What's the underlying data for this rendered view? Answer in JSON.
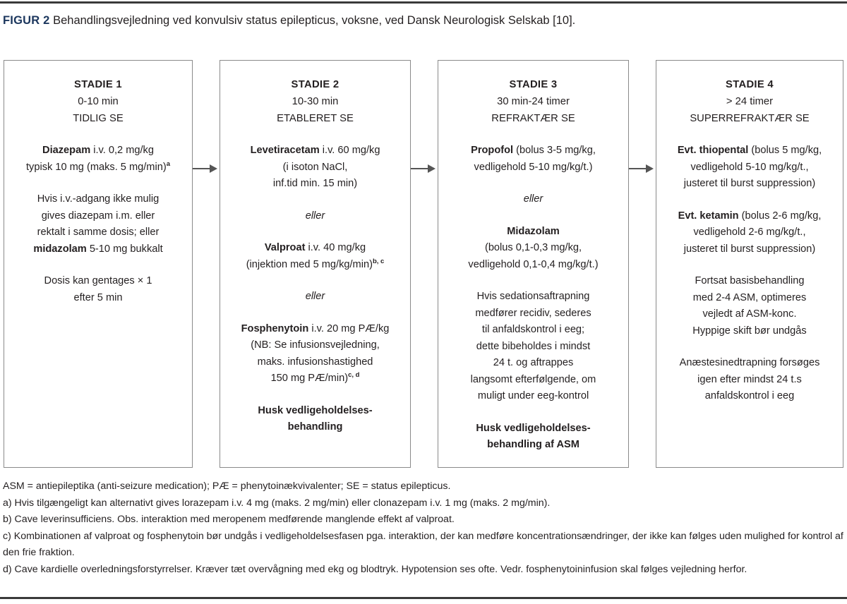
{
  "caption": {
    "figure_label": "FIGUR 2",
    "text": " Behandlingsvejledning ved konvulsiv status epilepticus, voksne, ved Dansk Neurologisk Selskab [10]."
  },
  "colors": {
    "figure_label": "#1b365d",
    "text": "#231f20",
    "box_border": "#8a8a8a",
    "rule": "#3a3a3a"
  },
  "stages": [
    {
      "title": "STADIE 1",
      "time": "0-10 min",
      "type": "TIDLIG SE",
      "blocks": [
        {
          "lines": [
            {
              "bold": "Diazepam",
              "rest": " i.v. 0,2 mg/kg"
            },
            {
              "rest": "typisk 10 mg (maks. 5 mg/min)",
              "sup": "a"
            }
          ]
        },
        {
          "lines": [
            {
              "rest": "Hvis i.v.-adgang ikke mulig"
            },
            {
              "rest": "gives diazepam i.m. eller"
            },
            {
              "rest": "rektalt i samme dosis; eller"
            },
            {
              "bold": "midazolam",
              "rest": " 5-10 mg bukkalt"
            }
          ]
        },
        {
          "lines": [
            {
              "rest": "Dosis kan gentages × 1"
            },
            {
              "rest": "efter 5 min"
            }
          ]
        }
      ]
    },
    {
      "title": "STADIE 2",
      "time": "10-30 min",
      "type": "ETABLERET SE",
      "blocks": [
        {
          "lines": [
            {
              "bold": "Levetiracetam",
              "rest": " i.v. 60 mg/kg"
            },
            {
              "rest": "(i isoton NaCl,"
            },
            {
              "rest": "inf.tid min. 15 min)"
            }
          ]
        },
        {
          "lines": [
            {
              "italic": "eller"
            }
          ]
        },
        {
          "lines": [
            {
              "bold": "Valproat",
              "rest": " i.v. 40 mg/kg"
            },
            {
              "rest": "(injektion med 5 mg/kg/min)",
              "sup": "b, c"
            }
          ]
        },
        {
          "lines": [
            {
              "italic": "eller"
            }
          ]
        },
        {
          "lines": [
            {
              "bold": "Fosphenytoin",
              "rest": " i.v. 20 mg PÆ/kg"
            },
            {
              "rest": "(NB: Se infusionsvejledning,"
            },
            {
              "rest": "maks. infusionshastighed"
            },
            {
              "rest": "150 mg PÆ/min)",
              "sup": "c, d"
            }
          ]
        },
        {
          "bold_block": true,
          "lines": [
            {
              "rest": "Husk vedligeholdelses-"
            },
            {
              "rest": "behandling"
            }
          ]
        }
      ]
    },
    {
      "title": "STADIE 3",
      "time": "30 min-24 timer",
      "type": "REFRAKTÆR SE",
      "blocks": [
        {
          "lines": [
            {
              "bold": "Propofol",
              "rest": " (bolus 3-5 mg/kg,"
            },
            {
              "rest": "vedligehold 5-10 mg/kg/t.)"
            }
          ]
        },
        {
          "lines": [
            {
              "italic": "eller"
            }
          ]
        },
        {
          "lines": [
            {
              "bold": "Midazolam"
            },
            {
              "rest": "(bolus 0,1-0,3 mg/kg,"
            },
            {
              "rest": "vedligehold 0,1-0,4 mg/kg/t.)"
            }
          ]
        },
        {
          "lines": [
            {
              "rest": "Hvis sedationsaftrapning"
            },
            {
              "rest": "medfører recidiv, sederes"
            },
            {
              "rest": "til anfaldskontrol i eeg;"
            },
            {
              "rest": "dette bibeholdes i mindst"
            },
            {
              "rest": "24 t. og aftrappes"
            },
            {
              "rest": "langsomt efterfølgende, om"
            },
            {
              "rest": "muligt under eeg-kontrol"
            }
          ]
        },
        {
          "bold_block": true,
          "lines": [
            {
              "rest": "Husk vedligeholdelses-"
            },
            {
              "rest": "behandling af ASM"
            }
          ]
        }
      ]
    },
    {
      "title": "STADIE 4",
      "time": "> 24 timer",
      "type": "SUPERREFRAKTÆR SE",
      "blocks": [
        {
          "lines": [
            {
              "bold": "Evt. thiopental",
              "rest": " (bolus 5 mg/kg,"
            },
            {
              "rest": "vedligehold 5-10 mg/kg/t.,"
            },
            {
              "rest": "justeret til burst suppression)"
            }
          ]
        },
        {
          "lines": [
            {
              "bold": "Evt. ketamin",
              "rest": " (bolus 2-6 mg/kg,"
            },
            {
              "rest": "vedligehold 2-6 mg/kg/t.,"
            },
            {
              "rest": "justeret til burst suppression)"
            }
          ]
        },
        {
          "lines": [
            {
              "rest": "Fortsat basisbehandling"
            },
            {
              "rest": "med 2-4 ASM, optimeres"
            },
            {
              "rest": "vejledt af ASM-konc."
            },
            {
              "rest": "Hyppige skift bør undgås"
            }
          ]
        },
        {
          "lines": [
            {
              "rest": "Anæstesinedtrapning forsøges"
            },
            {
              "rest": "igen efter mindst 24 t.s"
            },
            {
              "rest": "anfaldskontrol i eeg"
            }
          ]
        }
      ]
    }
  ],
  "footnotes": [
    "ASM = antiepileptika (anti-seizure medication); PÆ = phenytoinækvivalenter; SE = status epilepticus.",
    "a) Hvis tilgængeligt kan alternativt gives lorazepam i.v. 4 mg (maks. 2 mg/min) eller clonazepam i.v. 1 mg (maks. 2 mg/min).",
    "b) Cave leverinsufficiens. Obs. interaktion med meropenem medførende manglende effekt af valproat.",
    "c) Kombinationen af valproat og fosphenytoin bør undgås i vedligeholdelsesfasen pga. interaktion, der kan medføre koncentrationsændringer, der ikke kan følges uden mulighed for kontrol af den frie fraktion.",
    "d) Cave kardielle overledningsforstyrrelser. Kræver tæt overvågning med ekg og blodtryk. Hypotension ses ofte. Vedr. fosphenytoininfusion skal følges vejledning herfor."
  ],
  "arrows": [
    "stage-1-to-2-arrow",
    "stage-2-to-3-arrow",
    "stage-3-to-4-arrow"
  ]
}
